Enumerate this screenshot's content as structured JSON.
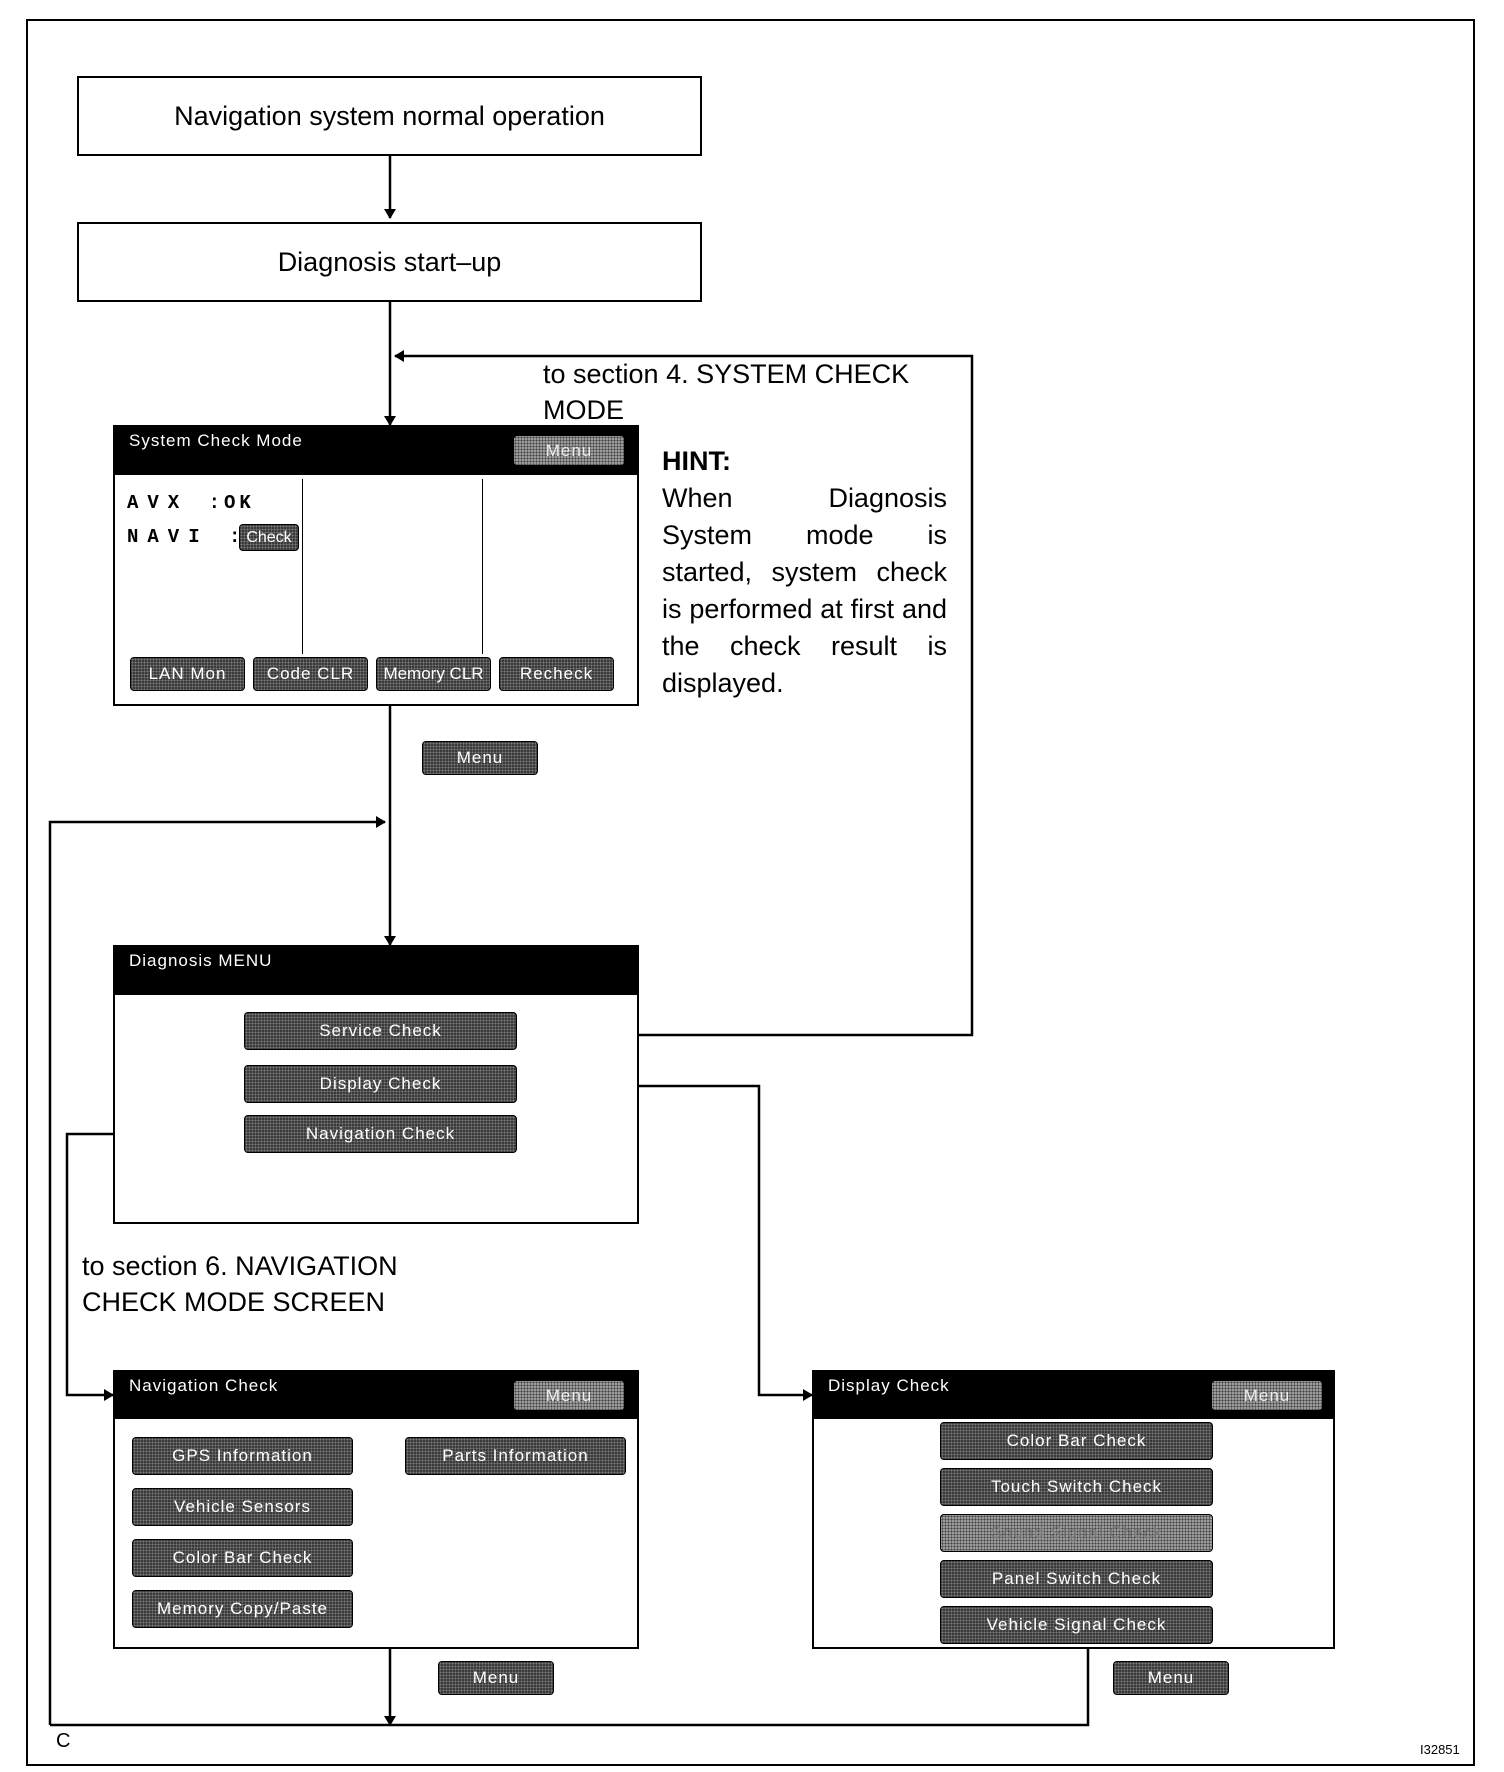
{
  "flow": {
    "normal_operation": "Navigation system normal operation",
    "diagnosis_startup": "Diagnosis start–up",
    "to_section4": "to section 4. SYSTEM CHECK MODE",
    "to_section6": "to section 6. NAVIGATION CHECK MODE SCREEN"
  },
  "hint": {
    "title": "HINT:",
    "body": "When Diagnosis System mode is started, system check is performed at first and the check result is displayed."
  },
  "system_check_screen": {
    "title": "System Check Mode",
    "menu": "Menu",
    "avx_label": "AVX",
    "avx_value": ":OK",
    "navi_label": "NAVI",
    "navi_colon": ":",
    "navi_value": "Check",
    "buttons": [
      "LAN Mon",
      "Code CLR",
      "Memory CLR",
      "Recheck"
    ]
  },
  "menu_buttons": {
    "after_system_check": "Menu",
    "after_navigation_check": "Menu",
    "after_display_check": "Menu"
  },
  "diagnosis_menu_screen": {
    "title": "Diagnosis MENU",
    "buttons": [
      "Service Check",
      "Display Check",
      "Navigation Check"
    ]
  },
  "navigation_check_screen": {
    "title": "Navigation Check",
    "menu": "Menu",
    "left_buttons": [
      "GPS Information",
      "Vehicle Sensors",
      "Color Bar Check",
      "Memory Copy/Paste"
    ],
    "right_buttons": [
      "Parts Information"
    ]
  },
  "display_check_screen": {
    "title": "Display Check",
    "menu": "Menu",
    "buttons": [
      "Color Bar Check",
      "Touch Switch Check",
      "Sound Signal Check",
      "Panel Switch Check",
      "Vehicle Signal Check"
    ]
  },
  "corner_label": "C",
  "figure_code": "I32851"
}
